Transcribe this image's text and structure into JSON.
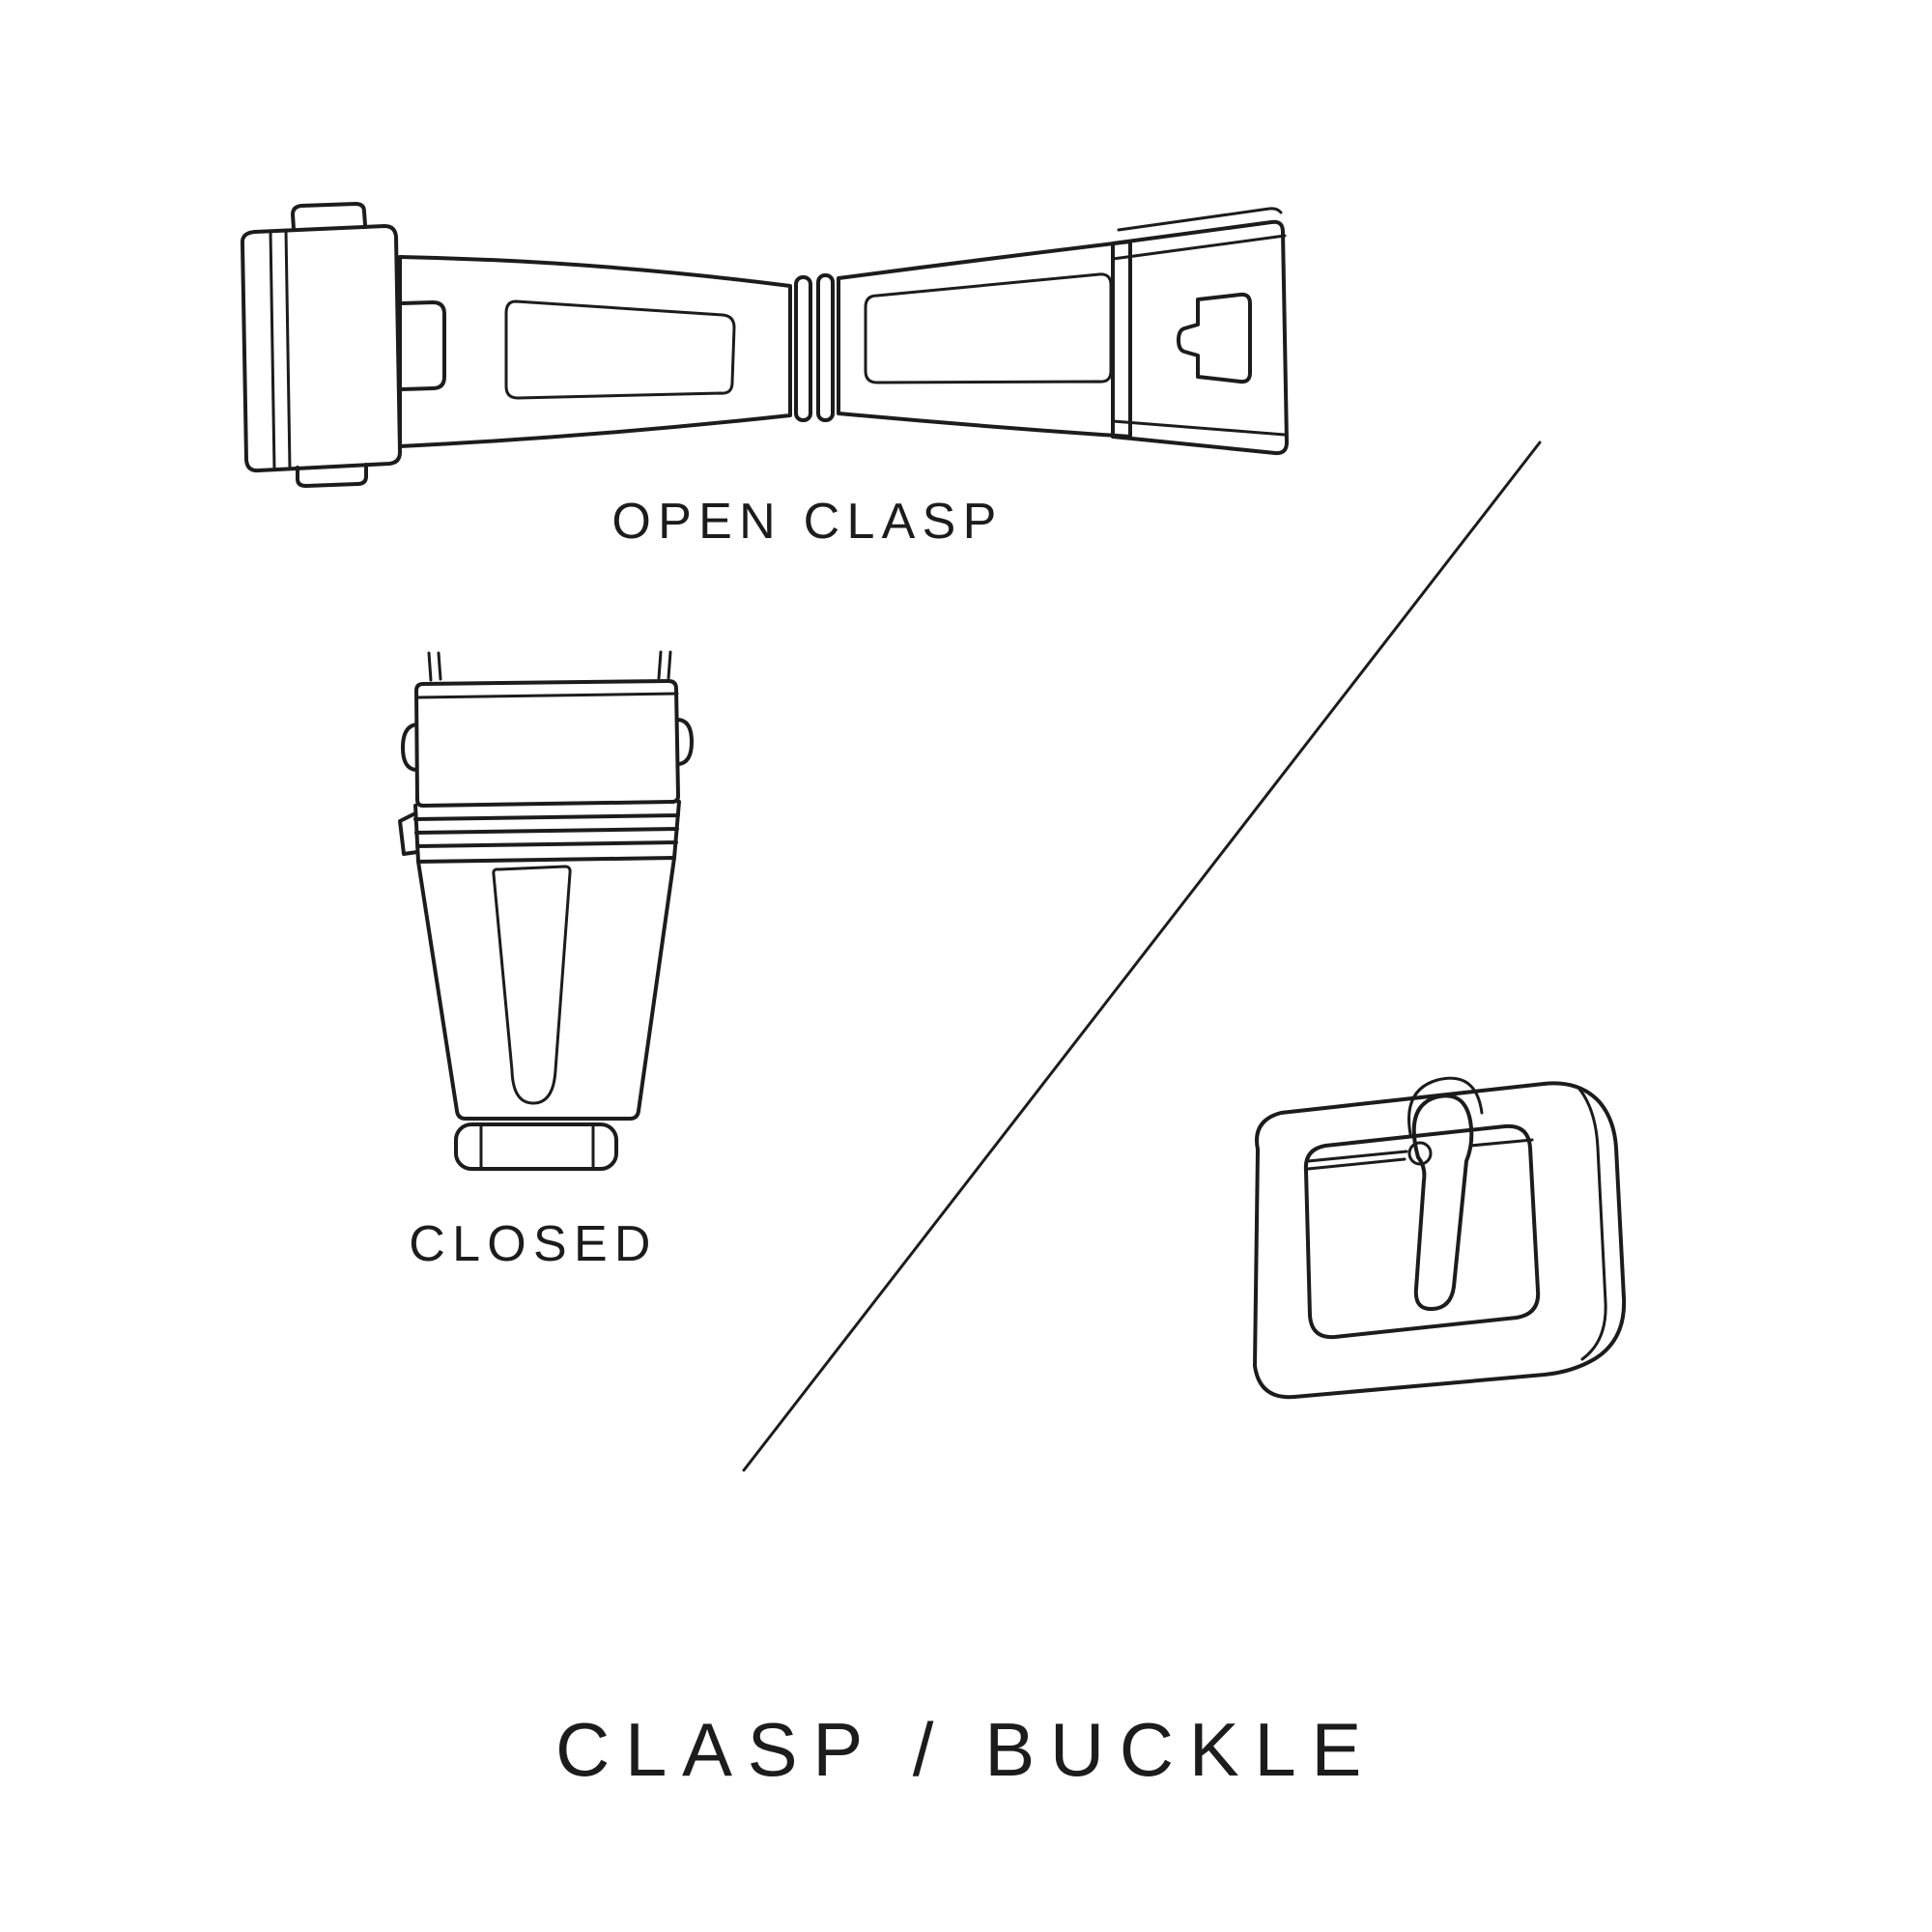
{
  "page": {
    "background_color": "#ffffff",
    "line_color": "#1c1c1c",
    "text_color": "#1c1c1c"
  },
  "figures": {
    "open_clasp": {
      "icon": "open-clasp-illustration",
      "label": "OPEN CLASP"
    },
    "closed_clasp": {
      "icon": "closed-clasp-illustration",
      "label": "CLOSED"
    },
    "buckle": {
      "icon": "tang-buckle-illustration"
    },
    "divider": {
      "icon": "diagonal-divider-line"
    }
  },
  "title": {
    "text": "CLASP / BUCKLE"
  }
}
